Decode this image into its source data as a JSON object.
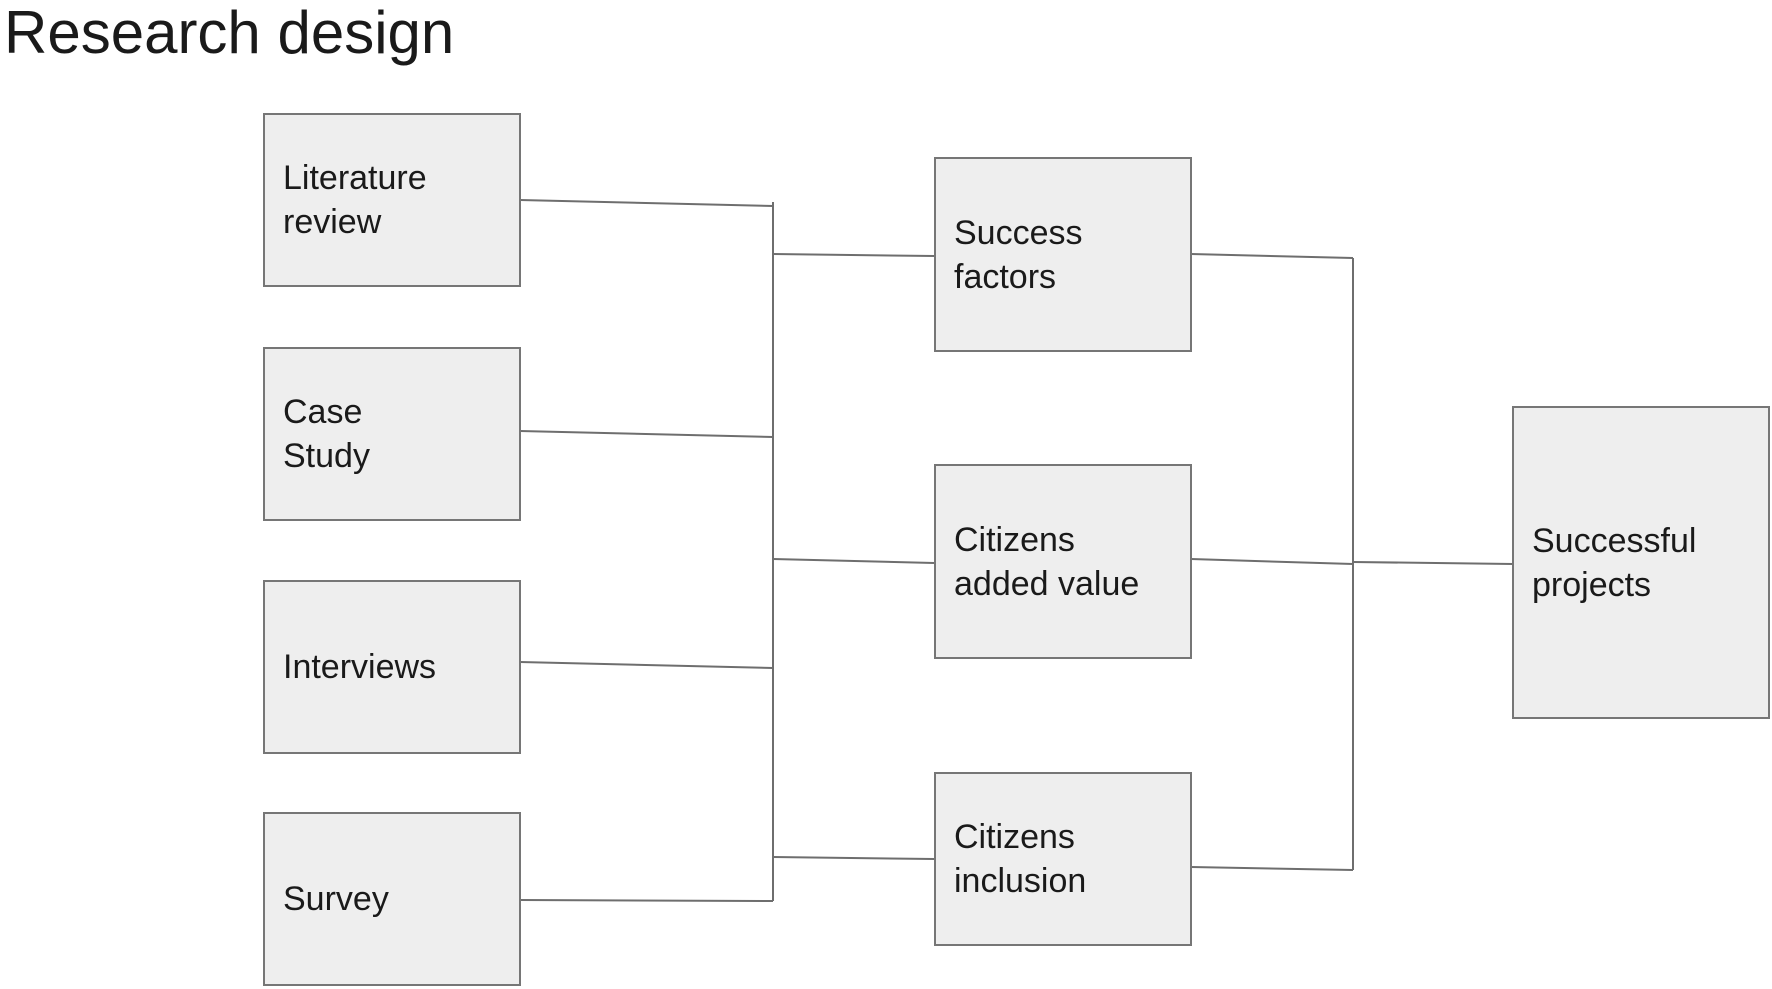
{
  "title": "Research design",
  "methods": {
    "literature_review": "Literature\nreview",
    "case_study": "Case\nStudy",
    "interviews": "Interviews",
    "survey": "Survey"
  },
  "outcomes": {
    "success_factors": "Success\nfactors",
    "citizens_added_value": "Citizens\nadded value",
    "citizens_inclusion": "Citizens\ninclusion"
  },
  "result": {
    "successful_projects": "Successful\nprojects"
  },
  "colors": {
    "box_fill": "#eeeeee",
    "box_border": "#767676",
    "line": "#6e6e6e",
    "text": "#1a1a1a"
  }
}
